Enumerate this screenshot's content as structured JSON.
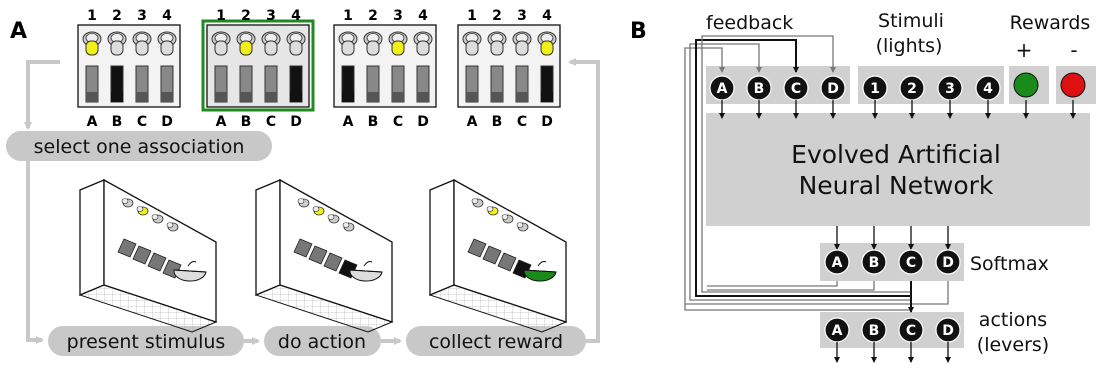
{
  "panel_a": {
    "label": "A",
    "switch_numbers": [
      "1",
      "2",
      "3",
      "4"
    ],
    "lever_letters": [
      "A",
      "B",
      "C",
      "D"
    ],
    "boxes": [
      {
        "lit_switch": 1,
        "dark_lever": 2,
        "highlighted": false
      },
      {
        "lit_switch": 2,
        "dark_lever": 4,
        "highlighted": true
      },
      {
        "lit_switch": 3,
        "dark_lever": 1,
        "highlighted": false
      },
      {
        "lit_switch": 4,
        "dark_lever": 4,
        "highlighted": false
      }
    ],
    "select_label": "select one association",
    "present_label": "present stimulus",
    "action_label": "do action",
    "reward_label": "collect reward"
  },
  "panel_b": {
    "label": "B",
    "feedback_label": "feedback",
    "stimuli_label_1": "Stimuli",
    "stimuli_label_2": "(lights)",
    "rewards_label": "Rewards",
    "reward_plus": "+",
    "reward_minus": "-",
    "feedback_nodes": [
      "A",
      "B",
      "C",
      "D"
    ],
    "stimulus_nodes": [
      "1",
      "2",
      "3",
      "4"
    ],
    "network_line_1": "Evolved Artificial",
    "network_line_2": "Neural Network",
    "softmax_nodes": [
      "A",
      "B",
      "C",
      "D"
    ],
    "softmax_label": "Softmax",
    "action_nodes": [
      "A",
      "B",
      "C",
      "D"
    ],
    "actions_label_1": "actions",
    "actions_label_2": "(levers)"
  },
  "colors": {
    "yellow_light": "#f2ee1a",
    "reward_positive": "#1a8a1a",
    "reward_negative": "#dd1111",
    "highlight_border": "#1f8a1f",
    "flow_gray": "#c8c8c8",
    "node_fill": "#111111",
    "box_fill": "#d0d0d0"
  }
}
